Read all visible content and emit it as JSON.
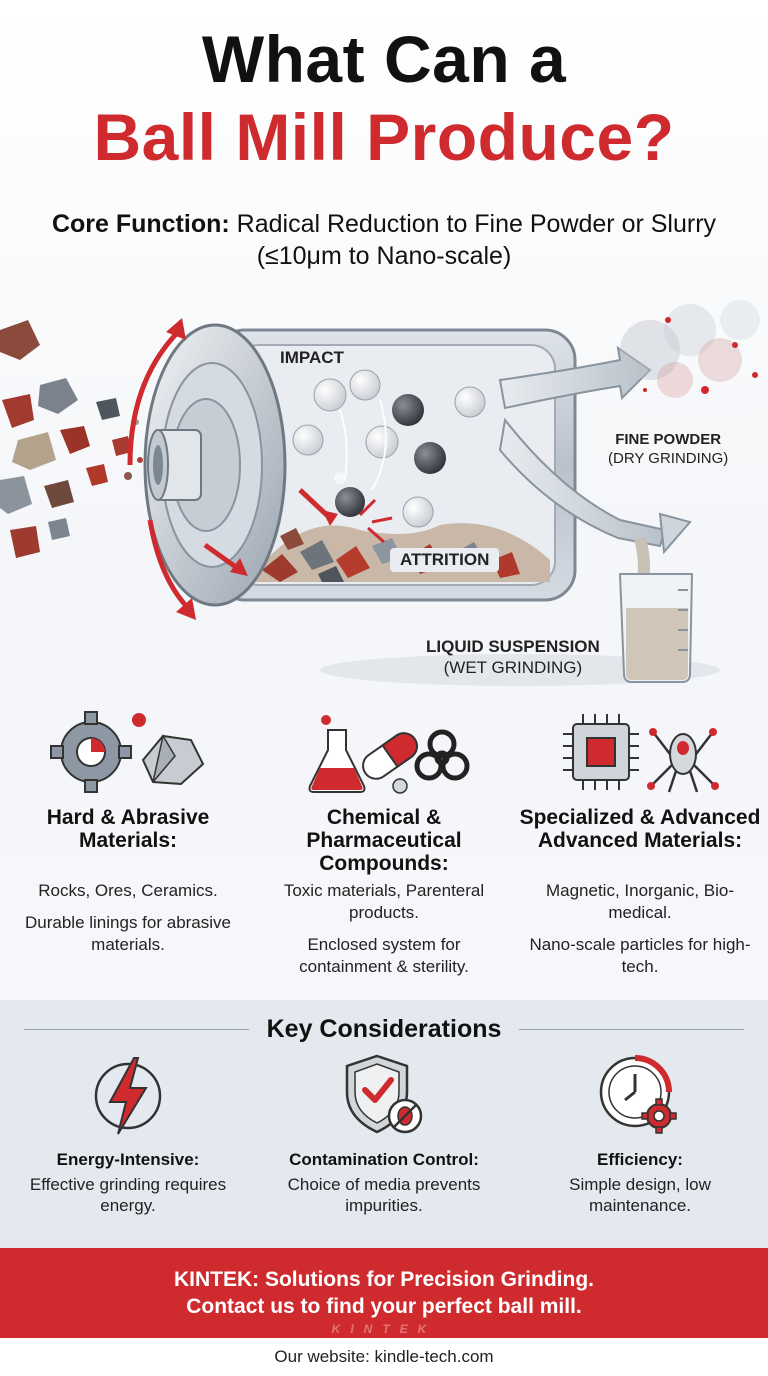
{
  "header": {
    "title_line1": "What Can a",
    "title_line2": "Ball Mill Produce?",
    "subtitle_bold": "Core Function:",
    "subtitle_rest": "Radical Reduction to Fine Powder or Slurry (≤10μm to Nano-scale)"
  },
  "diagram": {
    "impact_label": "IMPACT",
    "attrition_label": "ATTRITION",
    "output_powder_title": "FINE POWDER",
    "output_powder_sub": "(DRY GRINDING)",
    "output_liquid_title": "LIQUID SUSPENSION",
    "output_liquid_sub": "(WET GRINDING)"
  },
  "categories": [
    {
      "heading": "Hard & Abrasive Materials:",
      "line1": "Rocks, Ores, Ceramics.",
      "line2": "Durable linings for abrasive materials.",
      "icon": "gear-rock-icon"
    },
    {
      "heading": "Chemical & Pharmaceutical Compounds:",
      "line1": "Toxic materials, Parenteral products.",
      "line2": "Enclosed system for containment & sterility.",
      "icon": "flask-capsule-biohazard-icon"
    },
    {
      "heading": "Specialized & Advanced Advanced Materials:",
      "line1": "Magnetic, Inorganic, Bio-medical.",
      "line2": "Nano-scale particles for high-tech.",
      "icon": "chip-nanobot-icon"
    }
  ],
  "considerations": {
    "title": "Key Considerations",
    "items": [
      {
        "heading": "Energy-Intensive:",
        "text": "Effective grinding requires energy.",
        "icon": "lightning-icon"
      },
      {
        "heading": "Contamination Control:",
        "text": "Choice of media prevents impurities.",
        "icon": "shield-check-icon"
      },
      {
        "heading": "Efficiency:",
        "text": "Simple design, low maintenance.",
        "icon": "clock-gear-icon"
      }
    ]
  },
  "banner": {
    "line1": "KINTEK: Solutions for Precision Grinding.",
    "line2": "Contact us to find your perfect ball mill.",
    "watermark": "KINTEK"
  },
  "footer": {
    "text": "Our website: kindle-tech.com"
  },
  "colors": {
    "accent": "#cf2a2e",
    "dark": "#111111",
    "steel": "#8e98a4",
    "band": "#e4e9f0"
  }
}
